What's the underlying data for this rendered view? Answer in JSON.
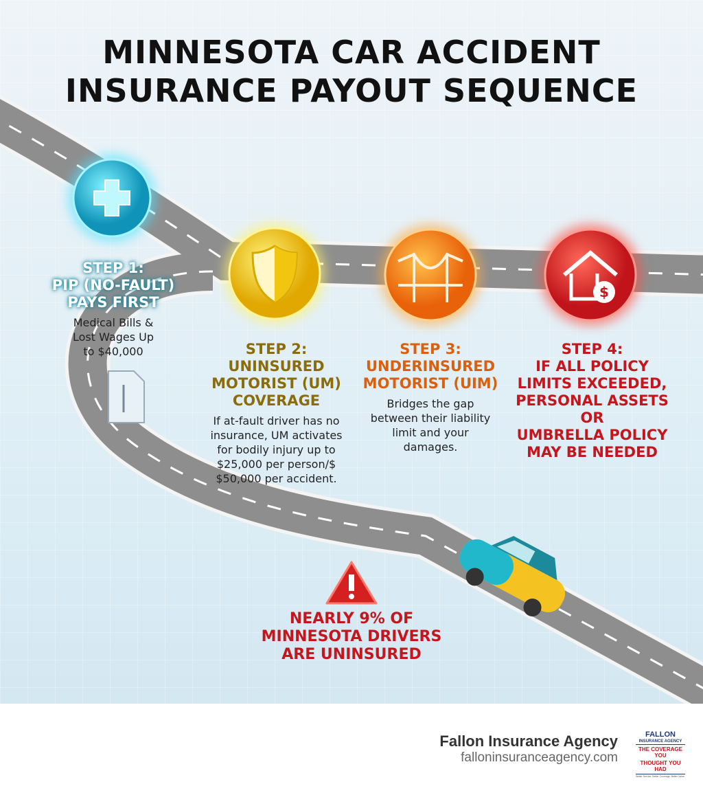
{
  "title": {
    "line1": "MINNESOTA CAR ACCIDENT",
    "line2": "INSURANCE PAYOUT SEQUENCE"
  },
  "steps": [
    {
      "heading": [
        "STEP 1:",
        "PIP (NO-FAULT)",
        "PAYS FIRST"
      ],
      "body": [
        "Medical Bills &",
        "Lost Wages Up",
        "to $40,000"
      ],
      "icon": "medical-cross-icon",
      "color": "#1fb6d6"
    },
    {
      "heading": [
        "STEP 2:",
        "UNINSURED",
        "MOTORIST (UM)",
        "COVERAGE"
      ],
      "body": [
        "If at-fault driver has no",
        "insurance, UM activates",
        "for bodily injury up to",
        "$25,000 per person/$",
        "$50,000 per accident."
      ],
      "icon": "shield-icon",
      "color": "#f2c511"
    },
    {
      "heading": [
        "STEP 3:",
        "UNDERINSURED",
        "MOTORIST (UIM)"
      ],
      "body": [
        "Bridges the gap",
        "between their liability",
        "limit and your",
        "damages."
      ],
      "icon": "bridge-icon",
      "color": "#f07f12"
    },
    {
      "heading": [
        "STEP 4:",
        "IF ALL POLICY",
        "LIMITS EXCEEDED,",
        "PERSONAL ASSETS OR",
        "UMBRELLA POLICY",
        "MAY BE NEEDED"
      ],
      "body": [],
      "icon": "house-dollar-icon",
      "color": "#dd2222"
    }
  ],
  "warning": {
    "lines": [
      "NEARLY 9% OF",
      "MINNESOTA DRIVERS",
      "ARE UNINSURED"
    ],
    "icon": "warning-triangle-icon"
  },
  "footer": {
    "agency": "Fallon Insurance Agency",
    "url": "falloninsuranceagency.com",
    "logo": {
      "line1": "FALLON",
      "line2": "INSURANCE AGENCY",
      "line3": "THE COVERAGE YOU",
      "line4": "THOUGHT YOU HAD",
      "tagline": "Better Service. Better Coverage. Better Value."
    }
  }
}
